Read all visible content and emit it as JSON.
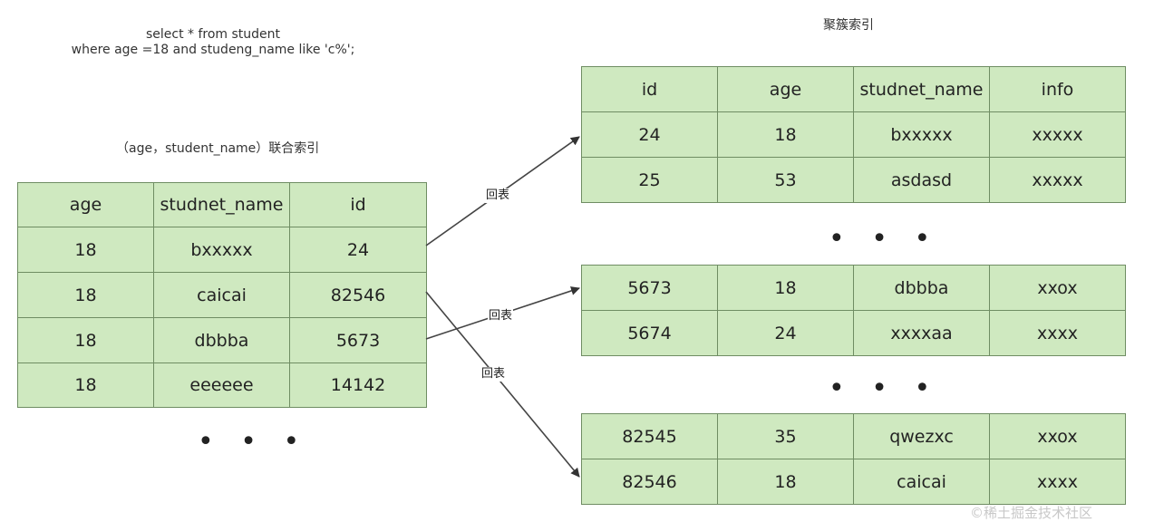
{
  "query": {
    "line1": "select * from student",
    "line2": "where age =18 and studeng_name like 'c%';"
  },
  "composite_index": {
    "caption": "（age，student_name）联合索引",
    "header": [
      "age",
      "studnet_name",
      "id"
    ],
    "rows": [
      [
        "18",
        "bxxxxx",
        "24"
      ],
      [
        "18",
        "caicai",
        "82546"
      ],
      [
        "18",
        "dbbba",
        "5673"
      ],
      [
        "18",
        "eeeeee",
        "14142"
      ]
    ],
    "ellipsis": "• • •"
  },
  "clustered_index": {
    "caption": "聚簇索引",
    "header": [
      "id",
      "age",
      "studnet_name",
      "info"
    ],
    "page1": [
      [
        "24",
        "18",
        "bxxxxx",
        "xxxxx"
      ],
      [
        "25",
        "53",
        "asdasd",
        "xxxxx"
      ]
    ],
    "page2": [
      [
        "5673",
        "18",
        "dbbba",
        "xxox"
      ],
      [
        "5674",
        "24",
        "xxxxaa",
        "xxxx"
      ]
    ],
    "page3": [
      [
        "82545",
        "35",
        "qwezxc",
        "xxox"
      ],
      [
        "82546",
        "18",
        "caicai",
        "xxxx"
      ]
    ],
    "ellipsis1": "• • •",
    "ellipsis2": "• • •"
  },
  "arrows": {
    "label1": "回表",
    "label2": "回表",
    "label3": "回表"
  },
  "watermark": "©稀土掘金技术社区"
}
